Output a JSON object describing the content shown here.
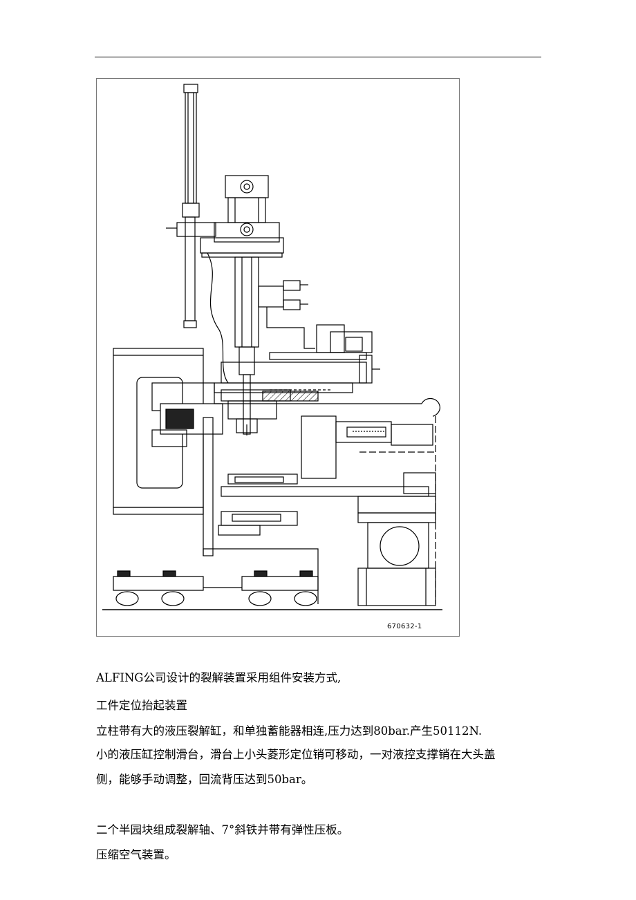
{
  "figure": {
    "drawing_id": "670632-1",
    "subject": "mechanical-assembly-drawing"
  },
  "paragraphs": [
    "ALFING公司设计的裂解装置采用组件安装方式,",
    "工件定位抬起装置",
    "立柱带有大的液压裂解缸，和单独蓄能器相连,压力达到80bar.产生50112N.",
    "小的液压缸控制滑台，滑台上小头菱形定位销可移动，一对液控支撑销在大头盖",
    "侧，能够手动调整，回流背压达到50bar。",
    "二个半园块组成裂解轴、7°斜铁并带有弹性压板。",
    "压缩空气装置。"
  ]
}
